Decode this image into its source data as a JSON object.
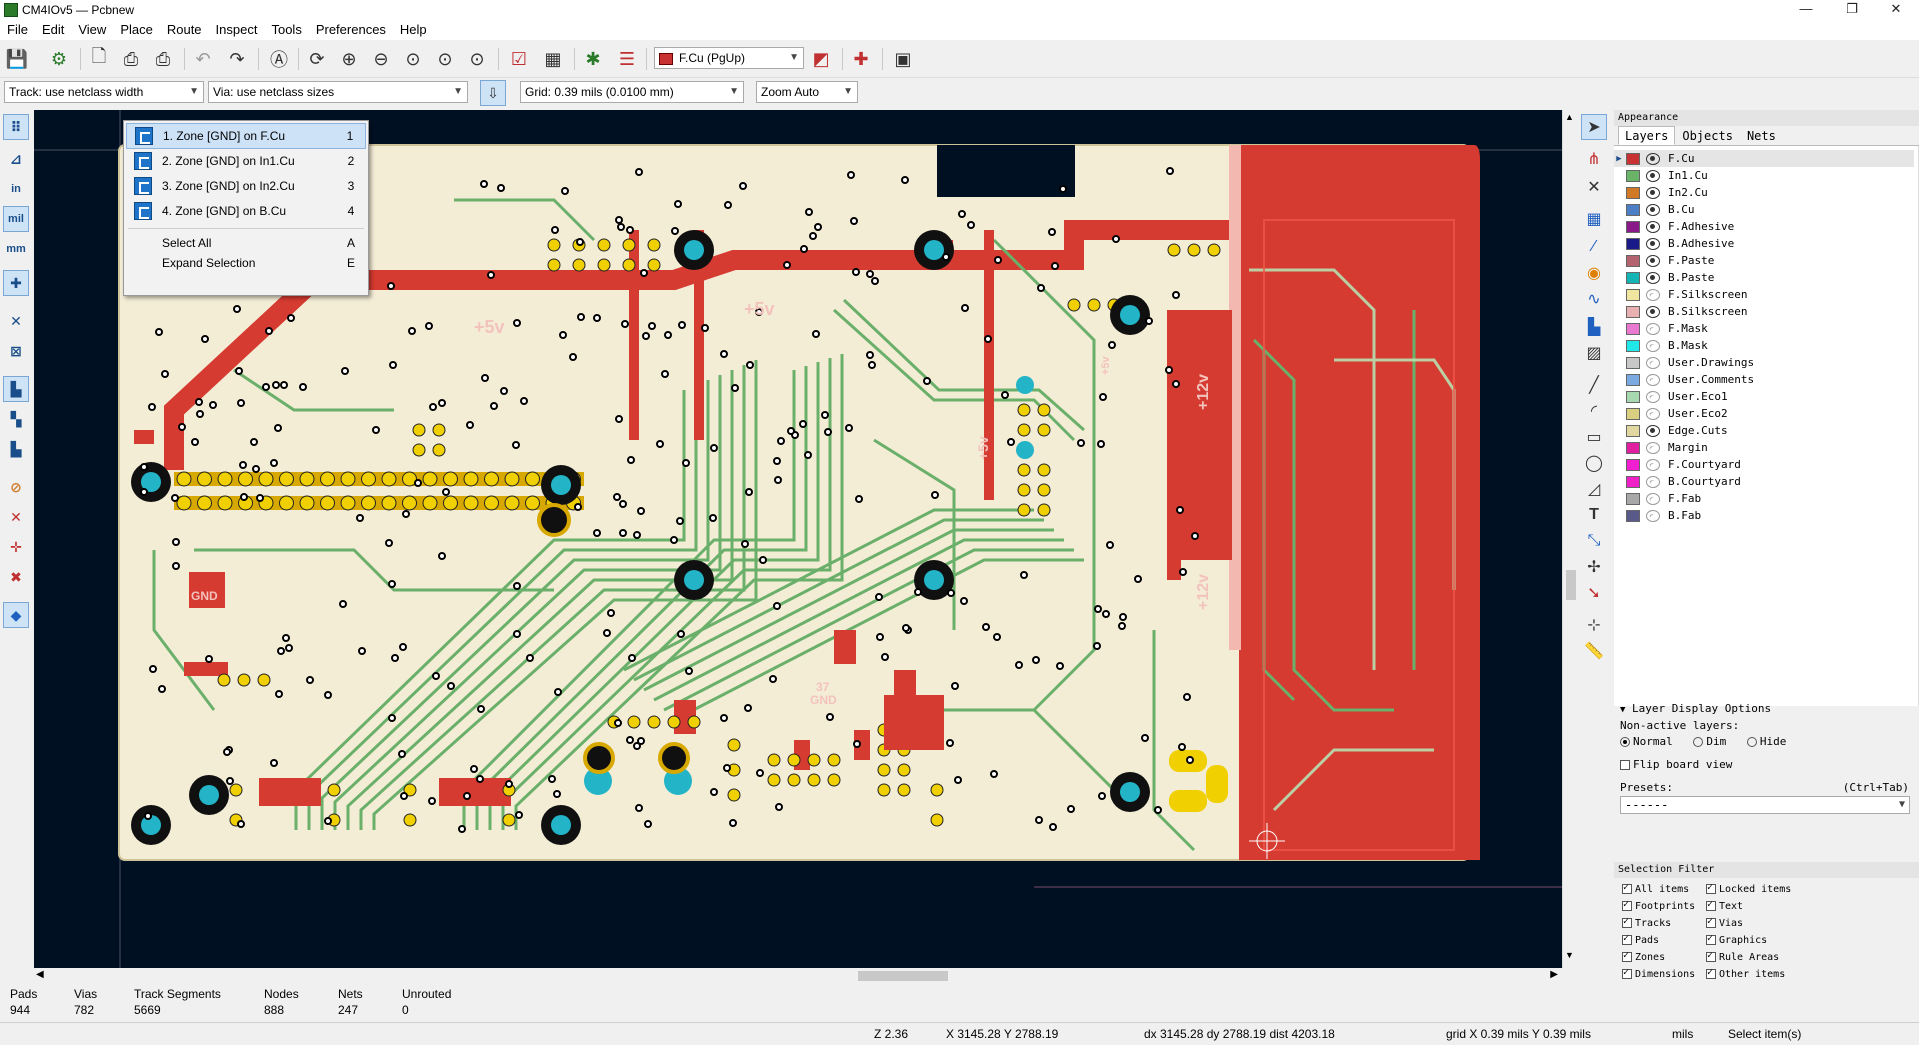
{
  "window": {
    "title": "CM4IOv5 — Pcbnew"
  },
  "menu": [
    "File",
    "Edit",
    "View",
    "Place",
    "Route",
    "Inspect",
    "Tools",
    "Preferences",
    "Help"
  ],
  "toolbar": {
    "layer_select": "F.Cu (PgUp)",
    "track_width": "Track: use netclass width",
    "via_size": "Via: use netclass sizes",
    "grid": "Grid: 0.39 mils (0.0100 mm)",
    "zoom": "Zoom Auto"
  },
  "left_toolbar": {
    "inch_label": "in",
    "mil_label": "mil",
    "mm_label": "mm"
  },
  "pcb": {
    "labels": [
      "+5v",
      "+5v",
      "GND",
      "37",
      "GND",
      "+5v",
      "+5v",
      "+12v",
      "+12v"
    ],
    "colors": {
      "background": "#001023",
      "board": "#f4edd6",
      "copper": "#d63b31",
      "track": "#6aaf6a",
      "pad": "#d7a900",
      "via": "#23b4c8"
    }
  },
  "context_menu": {
    "items": [
      {
        "label": "1. Zone [GND] on F.Cu",
        "key": "1",
        "icon": "zone-icon"
      },
      {
        "label": "2. Zone [GND] on In1.Cu",
        "key": "2",
        "icon": "zone-icon"
      },
      {
        "label": "3. Zone [GND] on In2.Cu",
        "key": "3",
        "icon": "zone-icon"
      },
      {
        "label": "4. Zone [GND] on B.Cu",
        "key": "4",
        "icon": "zone-icon"
      },
      {
        "label": "Select All",
        "key": "A"
      },
      {
        "label": "Expand Selection",
        "key": "E"
      }
    ]
  },
  "appearance": {
    "header": "Appearance",
    "tabs": [
      "Layers",
      "Objects",
      "Nets"
    ],
    "layers": [
      {
        "name": "F.Cu",
        "color": "#c83232",
        "visible": true
      },
      {
        "name": "In1.Cu",
        "color": "#6ab46a",
        "visible": true
      },
      {
        "name": "In2.Cu",
        "color": "#d07a28",
        "visible": true
      },
      {
        "name": "B.Cu",
        "color": "#4d7fc4",
        "visible": true
      },
      {
        "name": "F.Adhesive",
        "color": "#8a1a8a",
        "visible": true
      },
      {
        "name": "B.Adhesive",
        "color": "#1a1a8a",
        "visible": true
      },
      {
        "name": "F.Paste",
        "color": "#b4646e",
        "visible": true
      },
      {
        "name": "B.Paste",
        "color": "#14b4b4",
        "visible": true
      },
      {
        "name": "F.Silkscreen",
        "color": "#f0e6a0",
        "visible": false
      },
      {
        "name": "B.Silkscreen",
        "color": "#e8b0b0",
        "visible": true
      },
      {
        "name": "F.Mask",
        "color": "#e878d0",
        "visible": false
      },
      {
        "name": "B.Mask",
        "color": "#20e8e8",
        "visible": false
      },
      {
        "name": "User.Drawings",
        "color": "#c8c8c8",
        "visible": false
      },
      {
        "name": "User.Comments",
        "color": "#7aaae0",
        "visible": false
      },
      {
        "name": "User.Eco1",
        "color": "#a8d8b0",
        "visible": false
      },
      {
        "name": "User.Eco2",
        "color": "#d8d080",
        "visible": false
      },
      {
        "name": "Edge.Cuts",
        "color": "#e0d8a0",
        "visible": true
      },
      {
        "name": "Margin",
        "color": "#e020a0",
        "visible": false
      },
      {
        "name": "F.Courtyard",
        "color": "#f020d0",
        "visible": false
      },
      {
        "name": "B.Courtyard",
        "color": "#f020c8",
        "visible": false
      },
      {
        "name": "F.Fab",
        "color": "#a8a8a8",
        "visible": false
      },
      {
        "name": "B.Fab",
        "color": "#5a5a8a",
        "visible": false
      }
    ],
    "display_options": {
      "title": "Layer Display Options",
      "nonactive_label": "Non-active layers:",
      "normal": "Normal",
      "dim": "Dim",
      "hide": "Hide",
      "flip": "Flip board view",
      "presets_label": "Presets:",
      "presets_shortcut": "(Ctrl+Tab)",
      "presets_value": "------"
    },
    "selection_filter": {
      "title": "Selection Filter",
      "items": [
        "All items",
        "Locked items",
        "Footprints",
        "Text",
        "Tracks",
        "Vias",
        "Pads",
        "Graphics",
        "Zones",
        "Rule Areas",
        "Dimensions",
        "Other items"
      ]
    }
  },
  "status": {
    "pads_label": "Pads",
    "pads": "944",
    "vias_label": "Vias",
    "vias": "782",
    "tracks_label": "Track Segments",
    "tracks": "5669",
    "nodes_label": "Nodes",
    "nodes": "888",
    "nets_label": "Nets",
    "nets": "247",
    "unrouted_label": "Unrouted",
    "unrouted": "0",
    "zoom": "Z 2.36",
    "xy": "X 3145.28  Y 2788.19",
    "delta": "dx 3145.28  dy 2788.19  dist 4203.18",
    "grid": "grid X 0.39 mils  Y 0.39 mils",
    "units": "mils",
    "message": "Select item(s)"
  }
}
